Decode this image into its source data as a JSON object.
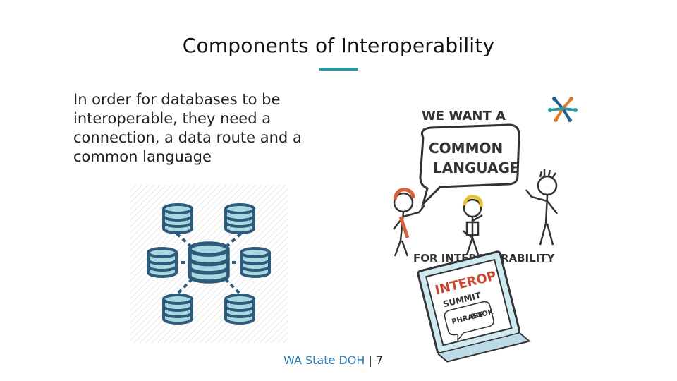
{
  "slide": {
    "title": "Components of Interoperability",
    "body": "In order for databases to be interoperable, they need a connection, a data route and a common language",
    "footer": {
      "org": "WA State DOH",
      "separator": " | ",
      "page": "7"
    }
  },
  "sketch": {
    "line1": "WE WANT A",
    "bubble_line1": "COMMON",
    "bubble_line2": "LANGUAGE",
    "caption": "FOR INTEROPERABILITY",
    "book_line1": "INTEROP",
    "book_line2": "SUMMIT",
    "book_line3": "PHRASE",
    "book_line4": "BOOK"
  },
  "colors": {
    "accent": "#2a9aa0",
    "db_fill": "#a9d8e3",
    "db_stroke": "#2e5b7a",
    "footer_org": "#2a7ab0"
  },
  "icons": [
    "database-icon",
    "org-logo-icon"
  ]
}
